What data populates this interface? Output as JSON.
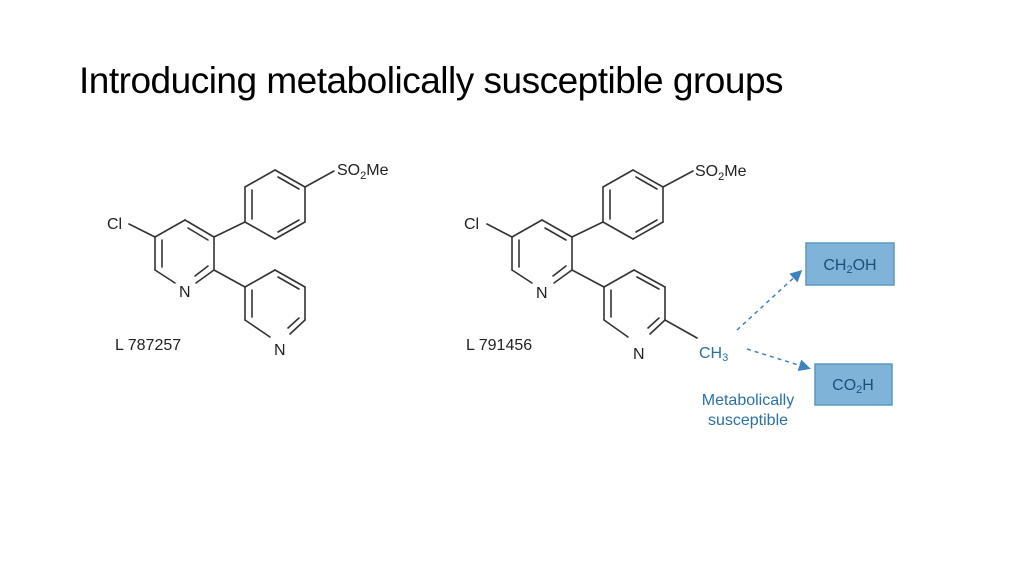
{
  "slide": {
    "title": "Introducing metabolically susceptible groups"
  },
  "molecules": [
    {
      "id": "L 787257",
      "label": "L 787257",
      "atoms": {
        "cl": "Cl",
        "n1": "N",
        "n2": "N",
        "so2me": [
          "SO",
          "2",
          "Me"
        ]
      }
    },
    {
      "id": "L 791456",
      "label": "L 791456",
      "atoms": {
        "cl": "Cl",
        "n1": "N",
        "n2": "N",
        "so2me": [
          "SO",
          "2",
          "Me"
        ],
        "ch3": [
          "CH",
          "3"
        ]
      }
    }
  ],
  "metabolism": {
    "note_line1": "Metabolically",
    "note_line2": "susceptible",
    "product1": [
      "CH",
      "2",
      "OH"
    ],
    "product2": [
      "CO",
      "2",
      "H"
    ]
  },
  "colors": {
    "box_fill": "#7fb3d8",
    "box_border": "#5b97c4",
    "arrow": "#3d82bd",
    "note_text": "#2a6fa8"
  }
}
